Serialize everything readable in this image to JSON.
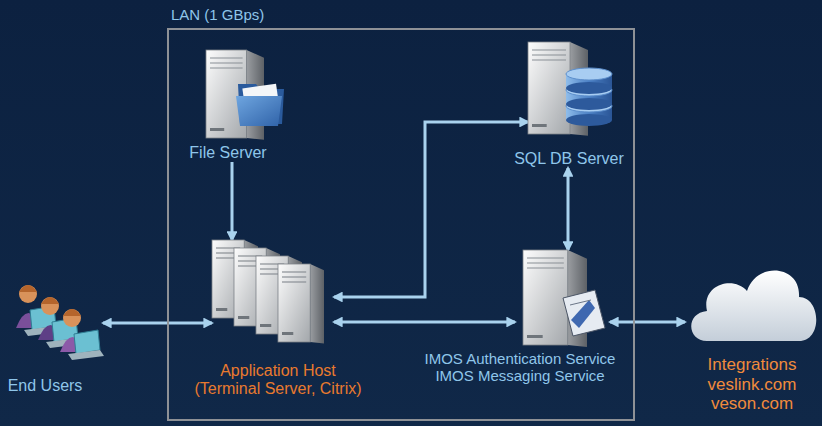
{
  "diagram": {
    "nodes": [
      {
        "text": [
          "LAN (1 GBps)"
        ]
      },
      {
        "text": [
          "File Server"
        ],
        "in": 0
      },
      {
        "text": [
          "SQL DB Server"
        ],
        "in": 0
      },
      {
        "text": [
          "Application Host (Terminal Server, Citrix)"
        ],
        "in": 0
      },
      {
        "text": [
          "IMOS Authentication Service",
          "IMOS Messaging Service"
        ],
        "in": 0
      },
      {
        "text": [
          "End Users"
        ]
      },
      {
        "text": [
          "Integrations veslink.com veson.com"
        ]
      }
    ],
    "edges": [
      {
        "from": 1,
        "to": 3,
        "arrow": "to"
      },
      {
        "from": 5,
        "to": 3,
        "arrow": "both"
      },
      {
        "from": 3,
        "to": 2,
        "arrow": "both"
      },
      {
        "from": 3,
        "to": 4,
        "arrow": "both"
      },
      {
        "from": 2,
        "to": 4,
        "arrow": "both"
      },
      {
        "from": 4,
        "to": 6,
        "arrow": "both"
      }
    ]
  }
}
